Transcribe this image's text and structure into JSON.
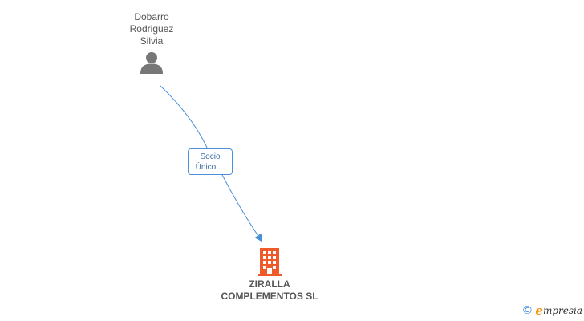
{
  "diagram": {
    "person": {
      "name_lines": [
        "Dobarro",
        "Rodriguez",
        "Silvia"
      ],
      "icon": "person-icon"
    },
    "relation": {
      "label_lines": [
        "Socio",
        "Único,..."
      ]
    },
    "company": {
      "name_lines": [
        "ZIRALLA",
        "COMPLEMENTOS SL"
      ],
      "icon": "building-icon"
    }
  },
  "footer": {
    "copyright_symbol": "©",
    "brand_first_letter": "e",
    "brand_rest": "mpresia"
  },
  "colors": {
    "edge": "#4a90d9",
    "person_icon": "#777777",
    "company_icon": "#f05a28",
    "brand_accent": "#f39200"
  }
}
